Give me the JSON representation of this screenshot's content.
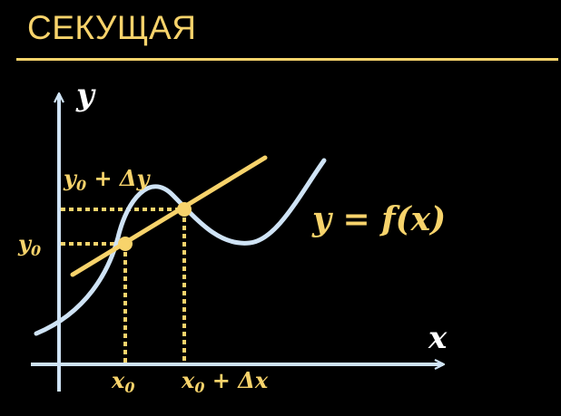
{
  "title": "СЕКУЩАЯ",
  "colors": {
    "background": "#000000",
    "accent": "#f7d36b",
    "curve": "#cfe3f5",
    "axes": "#cfe3f5",
    "text": "#ffffff"
  },
  "labels": {
    "y_axis": "y",
    "x_axis": "x",
    "function": "y = f(x)",
    "x0_base": "x",
    "x0_sub": "0",
    "x0dx_base": "x",
    "x0dx_sub": "0",
    "x0dx_rest": " + Δx",
    "y0_base": "y",
    "y0_sub": "0",
    "y0dy_base": "y",
    "y0dy_sub": "0",
    "y0dy_rest": " + Δy"
  }
}
